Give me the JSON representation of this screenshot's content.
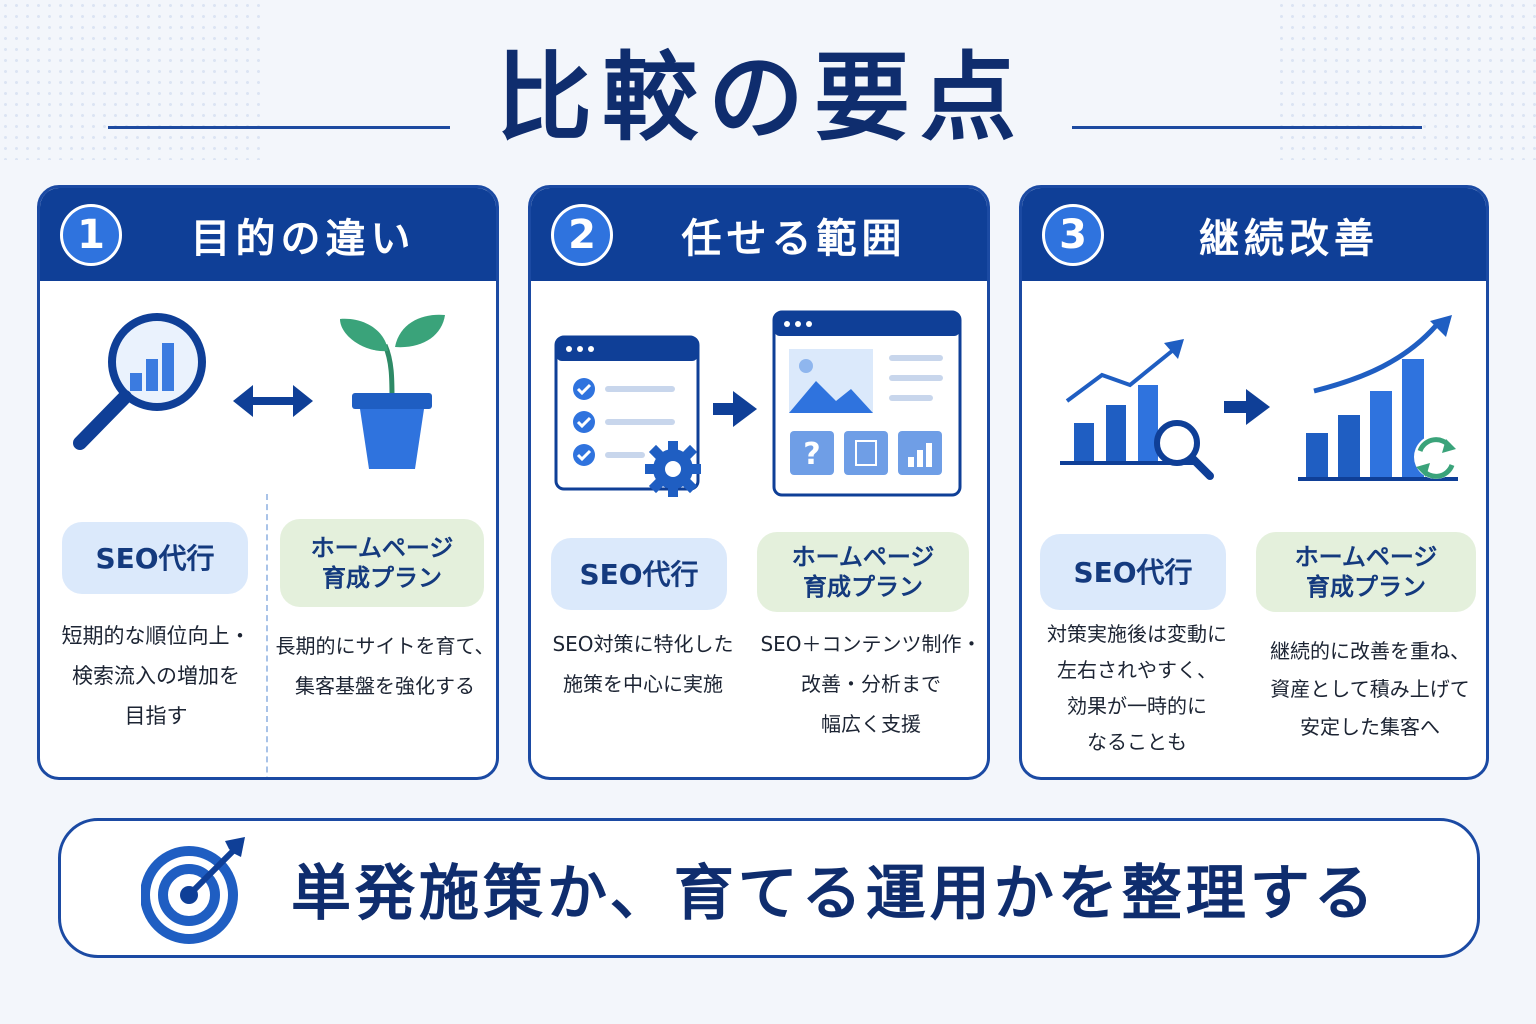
{
  "title": "比較の要点",
  "cards": [
    {
      "number": "1",
      "title": "目的の違い",
      "left_label": "SEO代行",
      "right_label": "ホームページ\n育成プラン",
      "left_desc": "短期的な順位向上・\n検索流入の増加を\n目指す",
      "right_desc": "長期的にサイトを育て、\n集客基盤を強化する",
      "icons": [
        "magnifier-chart-icon",
        "double-arrow-icon",
        "plant-pot-icon"
      ]
    },
    {
      "number": "2",
      "title": "任せる範囲",
      "left_label": "SEO代行",
      "right_label": "ホームページ\n育成プラン",
      "left_desc": "SEO対策に特化した\n施策を中心に実施",
      "right_desc": "SEO＋コンテンツ制作・\n改善・分析まで\n幅広く支援",
      "icons": [
        "checklist-window-icon",
        "gear-icon",
        "arrow-right-icon",
        "website-layout-icon"
      ]
    },
    {
      "number": "3",
      "title": "継続改善",
      "left_label": "SEO代行",
      "right_label": "ホームページ\n育成プラン",
      "left_desc": "対策実施後は変動に\n左右されやすく、\n効果が一時的に\nなることも",
      "right_desc": "継続的に改善を重ね、\n資産として積み上げて\n安定した集客へ",
      "icons": [
        "rising-bar-chart-icon",
        "arrow-right-icon",
        "growth-chart-refresh-icon"
      ]
    }
  ],
  "banner": {
    "text": "単発施策か、育てる運用かを整理する",
    "icon": "target-icon"
  },
  "colors": {
    "navy": "#0f3f97",
    "accent_blue": "#2f73de",
    "pill_blue": "#dbe9fb",
    "pill_green": "#e4f0dc",
    "leaf_green": "#3aa37a"
  }
}
